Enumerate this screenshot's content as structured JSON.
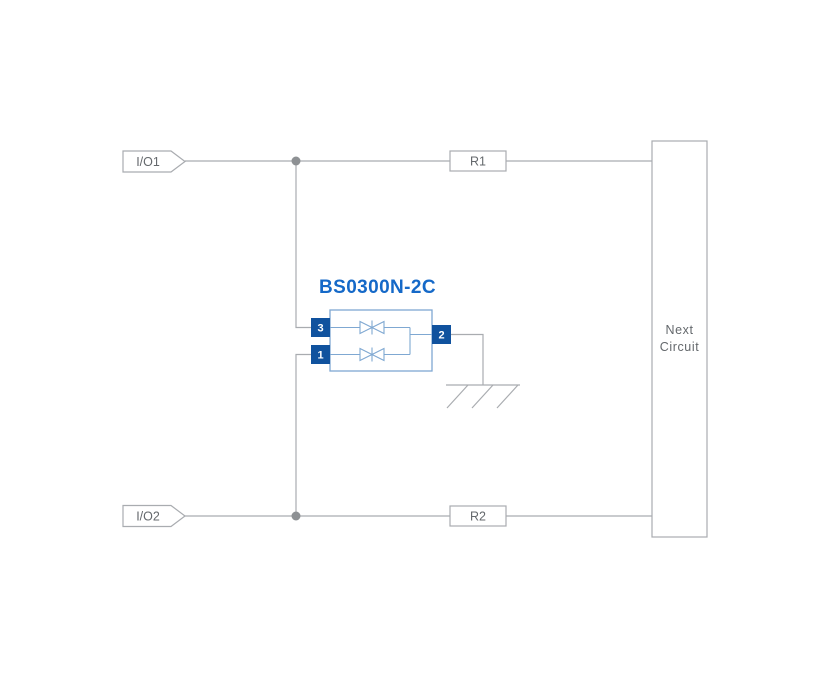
{
  "diagram": {
    "part_title": "BS0300N-2C",
    "inputs": [
      {
        "label": "I/O1"
      },
      {
        "label": "I/O2"
      }
    ],
    "resistors": [
      {
        "label": "R1"
      },
      {
        "label": "R2"
      }
    ],
    "next_circuit": {
      "line1": "Next",
      "line2": "Circuit"
    },
    "component": {
      "pin_top_left": "3",
      "pin_bottom_left": "1",
      "pin_right": "2"
    },
    "colors": {
      "accent_blue": "#1569c8",
      "pin_blue": "#10529e",
      "body_blue": "#7fa8d2",
      "wire_gray": "#a9acb0",
      "dot_gray": "#8e9194",
      "text_gray": "#64686c",
      "background": "#ffffff"
    }
  }
}
